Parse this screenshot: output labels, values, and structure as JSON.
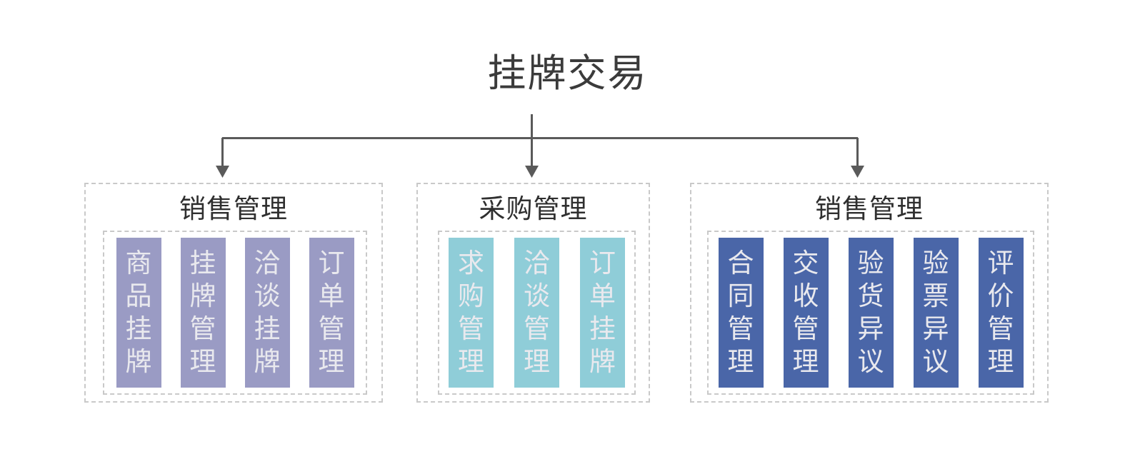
{
  "diagram": {
    "title": "挂牌交易",
    "title_color": "#3b3b3b",
    "connector_color": "#5a5a5a",
    "dashed_border_color": "#c9c9c9",
    "chip_text_color": "#e9e9ee",
    "groups": [
      {
        "heading": "销售管理",
        "accent": "#9a9bc4",
        "items": [
          {
            "label": "商品挂牌",
            "chars": [
              "商",
              "品",
              "挂",
              "牌"
            ]
          },
          {
            "label": "挂牌管理",
            "chars": [
              "挂",
              "牌",
              "管",
              "理"
            ]
          },
          {
            "label": "洽谈挂牌",
            "chars": [
              "洽",
              "谈",
              "挂",
              "牌"
            ]
          },
          {
            "label": "订单管理",
            "chars": [
              "订",
              "单",
              "管",
              "理"
            ]
          }
        ]
      },
      {
        "heading": "采购管理",
        "accent": "#8fcdd8",
        "items": [
          {
            "label": "求购管理",
            "chars": [
              "求",
              "购",
              "管",
              "理"
            ]
          },
          {
            "label": "洽谈管理",
            "chars": [
              "洽",
              "谈",
              "管",
              "理"
            ]
          },
          {
            "label": "订单挂牌",
            "chars": [
              "订",
              "单",
              "挂",
              "牌"
            ]
          }
        ]
      },
      {
        "heading": "销售管理",
        "accent": "#4a66a8",
        "items": [
          {
            "label": "合同管理",
            "chars": [
              "合",
              "同",
              "管",
              "理"
            ]
          },
          {
            "label": "交收管理",
            "chars": [
              "交",
              "收",
              "管",
              "理"
            ]
          },
          {
            "label": "验货异议",
            "chars": [
              "验",
              "货",
              "异",
              "议"
            ]
          },
          {
            "label": "验票异议",
            "chars": [
              "验",
              "票",
              "异",
              "议"
            ]
          },
          {
            "label": "评价管理",
            "chars": [
              "评",
              "价",
              "管",
              "理"
            ]
          }
        ]
      }
    ]
  }
}
